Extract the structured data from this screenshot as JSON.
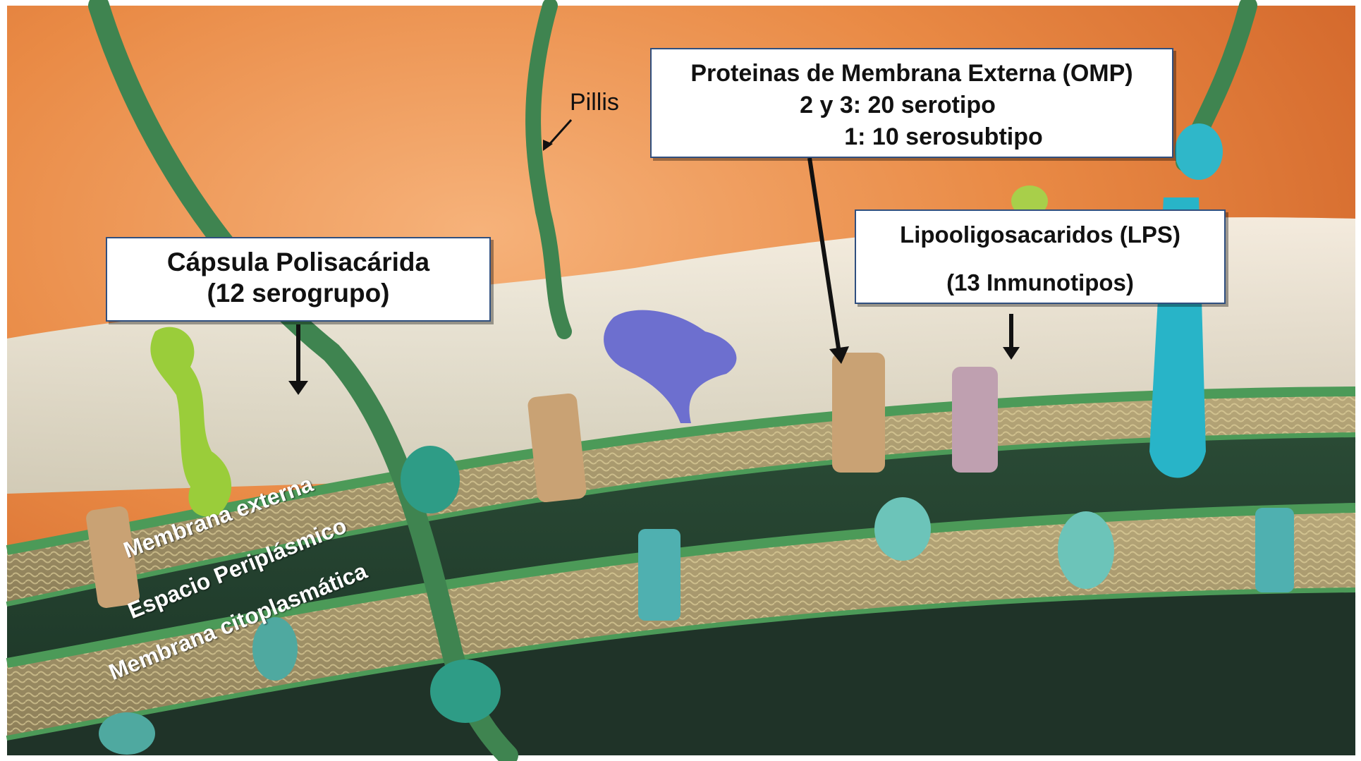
{
  "labels": {
    "capsule": {
      "line1": "Cápsula Polisacárida",
      "line2": "(12 serogrupo)"
    },
    "omp": {
      "line1": "Proteinas de Membrana Externa (OMP)",
      "line2": "2 y 3: 20 serotipo",
      "line3": "1: 10 serosubtipo"
    },
    "lps": {
      "line1": "Lipooligosacaridos (LPS)",
      "line2": "(13 Inmunotipos)"
    },
    "pili": "Pillis",
    "outer_membrane": "Membrana externa",
    "periplasmic_space": "Espacio Periplásmico",
    "cytoplasmic_membrane": "Membrana citoplasmática"
  },
  "colors": {
    "background_orange": "#e0722c",
    "membrane_green": "#3f8a4e",
    "cytoplasm_dark": "#1f3328",
    "box_border": "#2f4f7f"
  }
}
